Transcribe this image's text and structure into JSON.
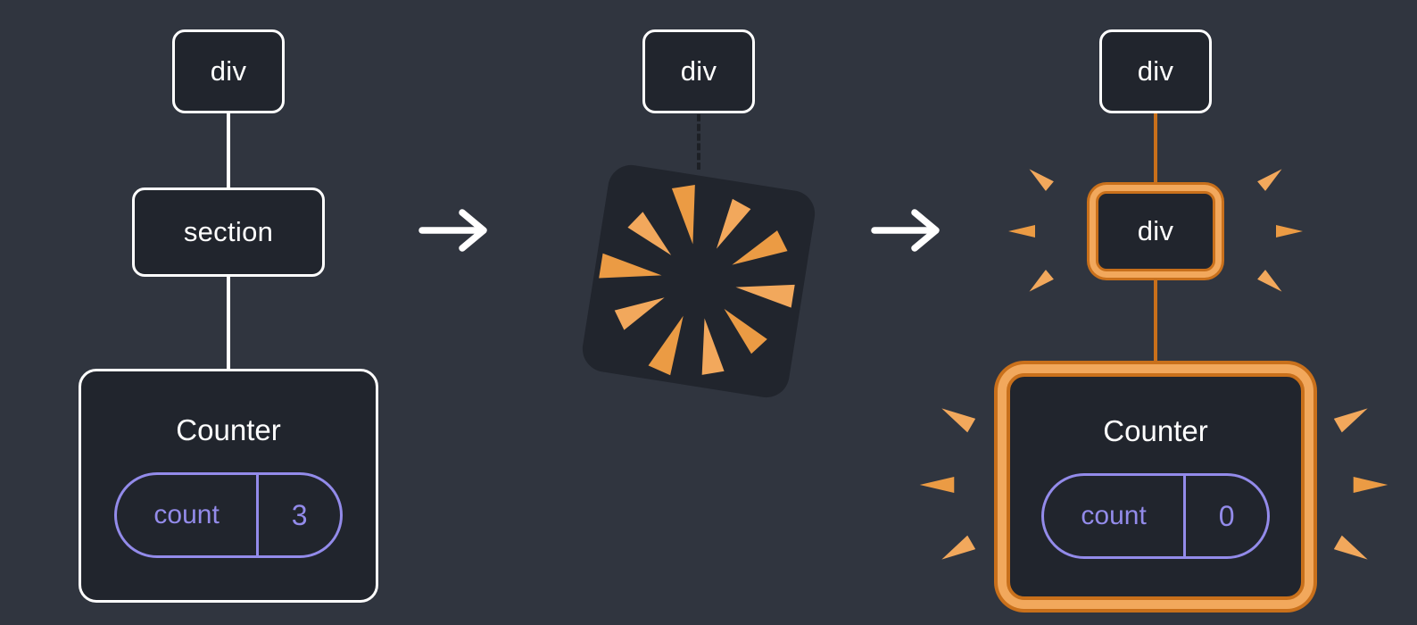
{
  "before": {
    "root_label": "div",
    "child_label": "section",
    "counter_title": "Counter",
    "state_name": "count",
    "state_value": "3"
  },
  "during": {
    "root_label": "div"
  },
  "after": {
    "root_label": "div",
    "child_label": "div",
    "counter_title": "Counter",
    "state_name": "count",
    "state_value": "0"
  },
  "colors": {
    "background": "#30353f",
    "node_fill": "#21252d",
    "node_border": "#ffffff",
    "text": "#ffffff",
    "state_purple": "#938bea",
    "highlight_orange": "#c9701b",
    "spark_orange": "#f2a85c"
  }
}
